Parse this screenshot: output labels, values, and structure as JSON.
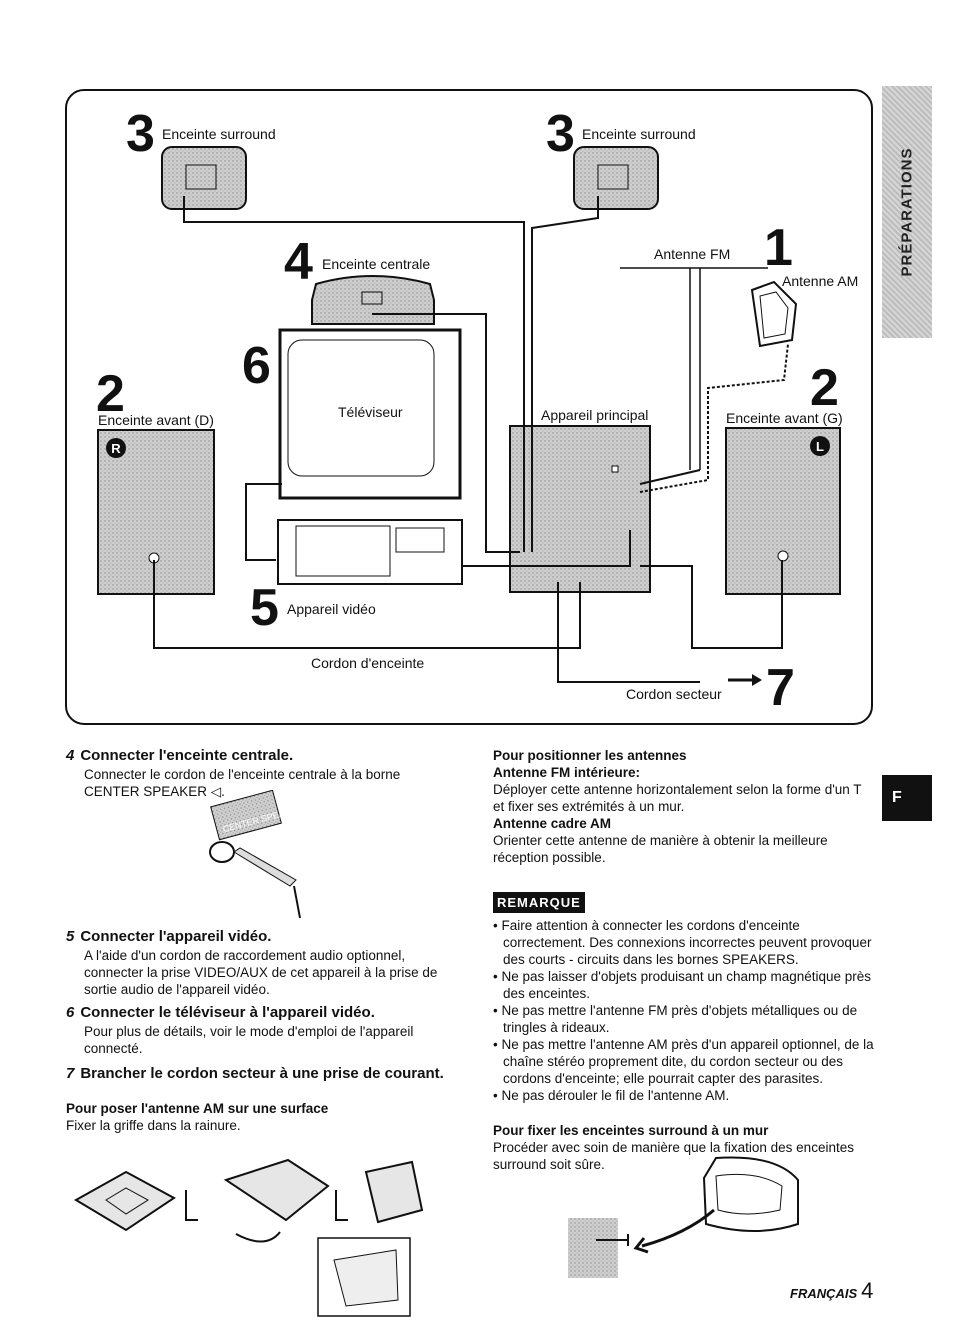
{
  "side_tab": {
    "label": "PRÉPARATIONS"
  },
  "lang_tab": {
    "label": "F"
  },
  "diagram": {
    "steps": {
      "s3a": "3",
      "s3b": "3",
      "s4": "4",
      "s1": "1",
      "s6": "6",
      "s2a": "2",
      "s2b": "2",
      "s5": "5",
      "s7": "7"
    },
    "labels": {
      "surround_left": "Enceinte surround",
      "surround_right": "Enceinte surround",
      "center": "Enceinte centrale",
      "antenna_fm": "Antenne FM",
      "antenna_am": "Antenne AM",
      "front_right": "Enceinte avant (D)",
      "tv": "Téléviseur",
      "main_unit": "Appareil principal",
      "front_left": "Enceinte avant (G)",
      "video": "Appareil vidéo",
      "speaker_cord": "Cordon d'enceinte",
      "power_cord": "Cordon secteur"
    },
    "badges": {
      "right": "R",
      "left": "L"
    }
  },
  "left_column": {
    "step4": {
      "num": "4",
      "title": "Connecter l'enceinte centrale.",
      "body": "Connecter le cordon de l'enceinte centrale à la borne CENTER SPEAKER ◁."
    },
    "center_speaker_terminal": "CENTER SPEAKER ◁",
    "step5": {
      "num": "5",
      "title": "Connecter l'appareil vidéo.",
      "body": "A l'aide d'un cordon de raccordement audio optionnel, connecter la prise VIDEO/AUX de cet appareil à la prise de sortie audio de l'appareil vidéo."
    },
    "step6": {
      "num": "6",
      "title": "Connecter le téléviseur à l'appareil vidéo.",
      "body": "Pour plus de détails, voir le mode d'emploi de l'appareil connecté."
    },
    "step7": {
      "num": "7",
      "title": "Brancher le cordon secteur à une prise de courant."
    },
    "am_surface": {
      "title": "Pour poser l'antenne AM sur une surface",
      "body": "Fixer la griffe dans la rainure."
    }
  },
  "right_column": {
    "antennas_title": "Pour positionner les antennes",
    "fm_title": "Antenne FM intérieure:",
    "fm_body": "Déployer cette antenne horizontalement selon la forme d'un T et fixer ses extrémités à un mur.",
    "am_title": "Antenne cadre AM",
    "am_body": "Orienter cette antenne de manière à obtenir la meilleure réception possible.",
    "remarque_label": "REMARQUE",
    "notes": [
      "Faire attention à connecter les cordons d'enceinte correctement. Des connexions incorrectes peuvent provoquer des courts - circuits dans les bornes SPEAKERS.",
      "Ne pas laisser d'objets produisant un champ magnétique près des enceintes.",
      "Ne pas mettre l'antenne FM près d'objets métalliques ou de tringles à rideaux.",
      "Ne pas mettre l'antenne AM près d'un appareil optionnel, de la chaîne stéréo proprement dite, du cordon secteur ou des cordons d'enceinte; elle pourrait capter des parasites.",
      "Ne pas dérouler le fil de l'antenne AM."
    ],
    "surround_wall": {
      "title": "Pour fixer les enceintes surround à un mur",
      "body": "Procéder avec soin de manière que la fixation des enceintes surround soit sûre."
    }
  },
  "footer": {
    "lang": "FRANÇAIS",
    "page": "4"
  }
}
